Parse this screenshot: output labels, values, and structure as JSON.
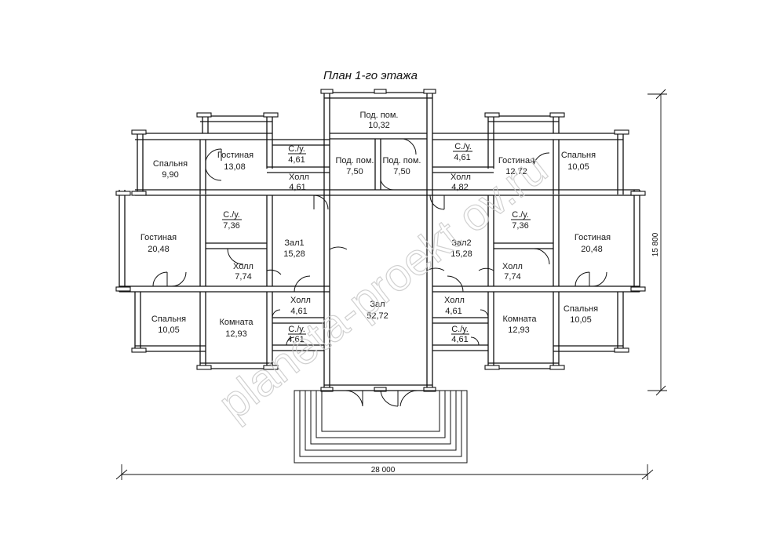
{
  "title": "План 1-го этажа",
  "watermark": "planeta-proekt ov.ru",
  "dimensions": {
    "width": "28 000",
    "height": "15 800"
  },
  "rooms": {
    "spalnya_tl": {
      "name": "Спальня",
      "area": "9,90"
    },
    "gostinaya_tl": {
      "name": "Гостиная",
      "area": "13,08"
    },
    "su_tl": {
      "name": "С./у.",
      "area": "4,61"
    },
    "holl_tl": {
      "name": "Холл",
      "area": "4,61"
    },
    "podpom_top": {
      "name": "Под. пом.",
      "area": "10,32"
    },
    "podpom_l": {
      "name": "Под. пом.",
      "area": "7,50"
    },
    "podpom_r": {
      "name": "Под. пом.",
      "area": "7,50"
    },
    "su_tr": {
      "name": "С./у.",
      "area": "4,61"
    },
    "holl_tr": {
      "name": "Холл",
      "area": "4,82"
    },
    "gostinaya_tr": {
      "name": "Гостиная",
      "area": "12,72"
    },
    "spalnya_tr": {
      "name": "Спальня",
      "area": "10,05"
    },
    "gostinaya_ml": {
      "name": "Гостиная",
      "area": "20,48"
    },
    "su_ml": {
      "name": "С./у.",
      "area": "7,36"
    },
    "zal1": {
      "name": "Зал1",
      "area": "15,28"
    },
    "holl_ml": {
      "name": "Холл",
      "area": "7,74"
    },
    "zal2": {
      "name": "Зал2",
      "area": "15,28"
    },
    "su_mr": {
      "name": "С./у.",
      "area": "7,36"
    },
    "gostinaya_mr": {
      "name": "Гостиная",
      "area": "20,48"
    },
    "holl_mr": {
      "name": "Холл",
      "area": "7,74"
    },
    "zal": {
      "name": "Зал",
      "area": "52,72"
    },
    "holl_bl": {
      "name": "Холл",
      "area": "4,61"
    },
    "su_bl": {
      "name": "С./у.",
      "area": "4,61"
    },
    "spalnya_bl": {
      "name": "Спальня",
      "area": "10,05"
    },
    "komnata_bl": {
      "name": "Комната",
      "area": "12,93"
    },
    "holl_br": {
      "name": "Холл",
      "area": "4,61"
    },
    "su_br": {
      "name": "С./у.",
      "area": "4,61"
    },
    "komnata_br": {
      "name": "Комната",
      "area": "12,93"
    },
    "spalnya_br": {
      "name": "Спальня",
      "area": "10,05"
    }
  }
}
